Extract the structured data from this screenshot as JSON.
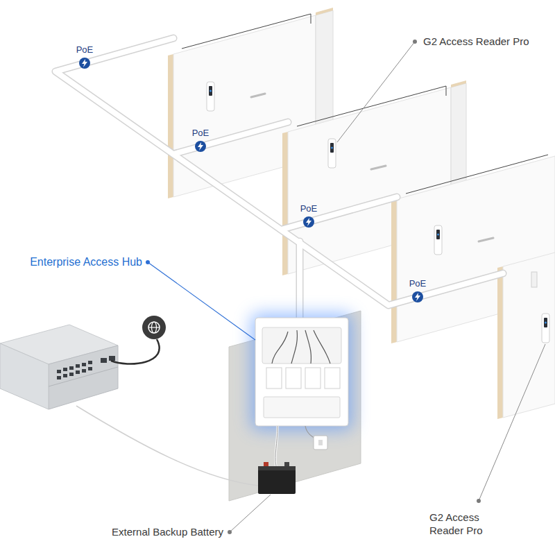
{
  "diagram": {
    "labels": [
      "PoE",
      "PoE",
      "PoE",
      "PoE",
      "G2 Access Reader Pro",
      "Enterprise Access Hub",
      "External Backup Battery",
      "G2 Access Reader Pro"
    ]
  }
}
